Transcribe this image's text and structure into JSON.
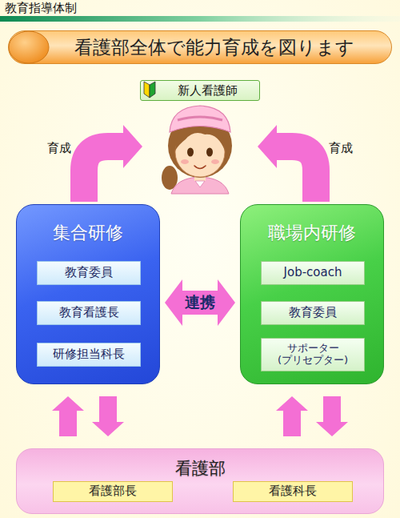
{
  "diagram": {
    "title": "教育指導体制",
    "nodes": [
      {
        "text": [
          "看護部全体で能力育成を図ります"
        ]
      },
      {
        "text": [
          "新人看護師"
        ]
      },
      {
        "text": [
          "集合研修"
        ]
      },
      {
        "text": [
          "教育委員"
        ],
        "in": 2
      },
      {
        "text": [
          "教育看護長"
        ],
        "in": 2
      },
      {
        "text": [
          "研修担当科長"
        ],
        "in": 2
      },
      {
        "text": [
          "職場内研修"
        ]
      },
      {
        "text": [
          "Job-coach"
        ],
        "in": 6
      },
      {
        "text": [
          "教育委員"
        ],
        "in": 6
      },
      {
        "text": [
          "サポーター (プリセプター)"
        ],
        "in": 6
      },
      {
        "text": [
          "看護部"
        ]
      },
      {
        "text": [
          "看護部長"
        ],
        "in": 10
      },
      {
        "text": [
          "看護科長"
        ],
        "in": 10
      }
    ],
    "edges": [
      {
        "from": 2,
        "to": 1,
        "arrow": "to",
        "label": "育成"
      },
      {
        "from": 6,
        "to": 1,
        "arrow": "to",
        "label": "育成"
      },
      {
        "from": 2,
        "to": 6,
        "arrow": "both",
        "label": "連携"
      },
      {
        "from": 10,
        "to": 2,
        "arrow": "to"
      },
      {
        "from": 2,
        "to": 10,
        "arrow": "to"
      },
      {
        "from": 10,
        "to": 6,
        "arrow": "to"
      },
      {
        "from": 6,
        "to": 10,
        "arrow": "to"
      }
    ]
  }
}
